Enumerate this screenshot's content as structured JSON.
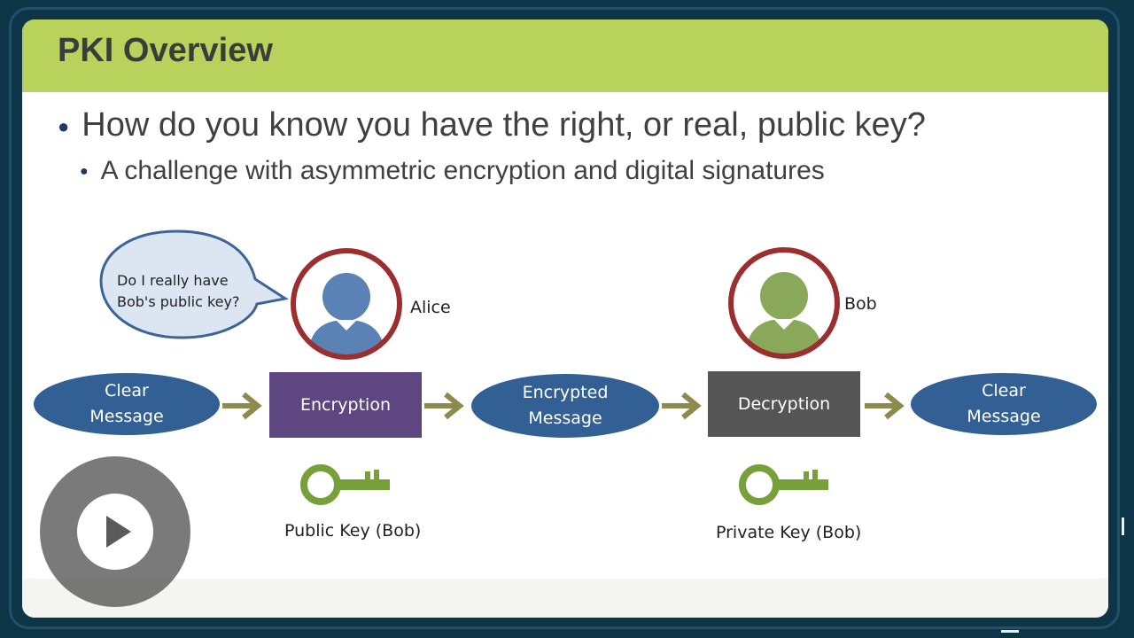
{
  "slide": {
    "title": "PKI Overview",
    "bullet1": "How do you know you have the right, or real, public key?",
    "bullet2": "A challenge with asymmetric encryption and digital signatures"
  },
  "diagram": {
    "speech_bubble_line1": "Do I really have",
    "speech_bubble_line2": "Bob's public key?",
    "alice_label": "Alice",
    "bob_label": "Bob",
    "clear_message_1": [
      "Clear",
      "Message"
    ],
    "encryption": "Encryption",
    "encrypted_message": [
      "Encrypted",
      "Message"
    ],
    "decryption": "Decryption",
    "clear_message_2": [
      "Clear",
      "Message"
    ],
    "public_key_label": "Public Key (Bob)",
    "private_key_label": "Private Key (Bob)"
  },
  "colors": {
    "header": "#b8d25c",
    "ellipse": "#336094",
    "encryption_box": "#5e4680",
    "decryption_box": "#555555",
    "arrow": "#8c8a4c",
    "key": "#77a03a",
    "avatar_ring": "#9b2f2f",
    "alice": "#5a82b4",
    "bob": "#8aa85a"
  },
  "player": {
    "icon": "play-icon"
  }
}
